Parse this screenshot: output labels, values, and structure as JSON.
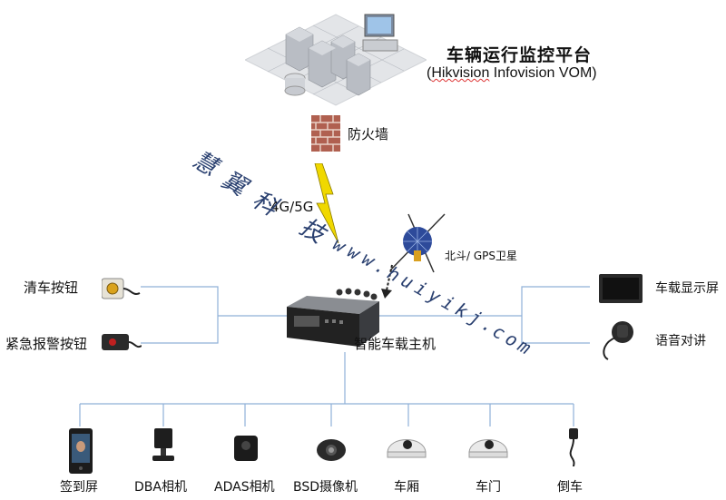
{
  "platform": {
    "title": "车辆运行监控平台",
    "subtitle_open": "(",
    "subtitle_brand": "Hikvision",
    "subtitle_rest": " Infovision VOM)"
  },
  "firewall": {
    "label": "防火墙"
  },
  "network": {
    "label": "4G/5G"
  },
  "satellite": {
    "label": "北斗/ GPS卫星"
  },
  "host": {
    "label": "智能车载主机"
  },
  "left_devices": [
    {
      "label": "清车按钮",
      "icon": "button-icon"
    },
    {
      "label": "紧急报警按钮",
      "icon": "alarm-button-icon"
    }
  ],
  "right_devices": [
    {
      "label": "车载显示屏",
      "icon": "display-icon"
    },
    {
      "label": "语音对讲",
      "icon": "microphone-icon"
    }
  ],
  "bottom_devices": [
    {
      "label": "签到屏",
      "icon": "checkin-screen-icon"
    },
    {
      "label": "DBA相机",
      "icon": "camera-icon"
    },
    {
      "label": "ADAS相机",
      "icon": "camera-icon"
    },
    {
      "label": "BSD摄像机",
      "icon": "camera-icon"
    },
    {
      "label": "车厢",
      "icon": "dome-camera-icon"
    },
    {
      "label": "车门",
      "icon": "dome-camera-icon"
    },
    {
      "label": "倒车",
      "icon": "rear-camera-icon"
    }
  ],
  "watermark": {
    "brand": [
      "慧",
      "翼",
      "科",
      "技"
    ],
    "url": [
      "w",
      "w",
      "w",
      ".",
      "h",
      "u",
      "i",
      "y",
      "i",
      "k",
      "j",
      ".",
      "c",
      "o",
      "m"
    ]
  }
}
